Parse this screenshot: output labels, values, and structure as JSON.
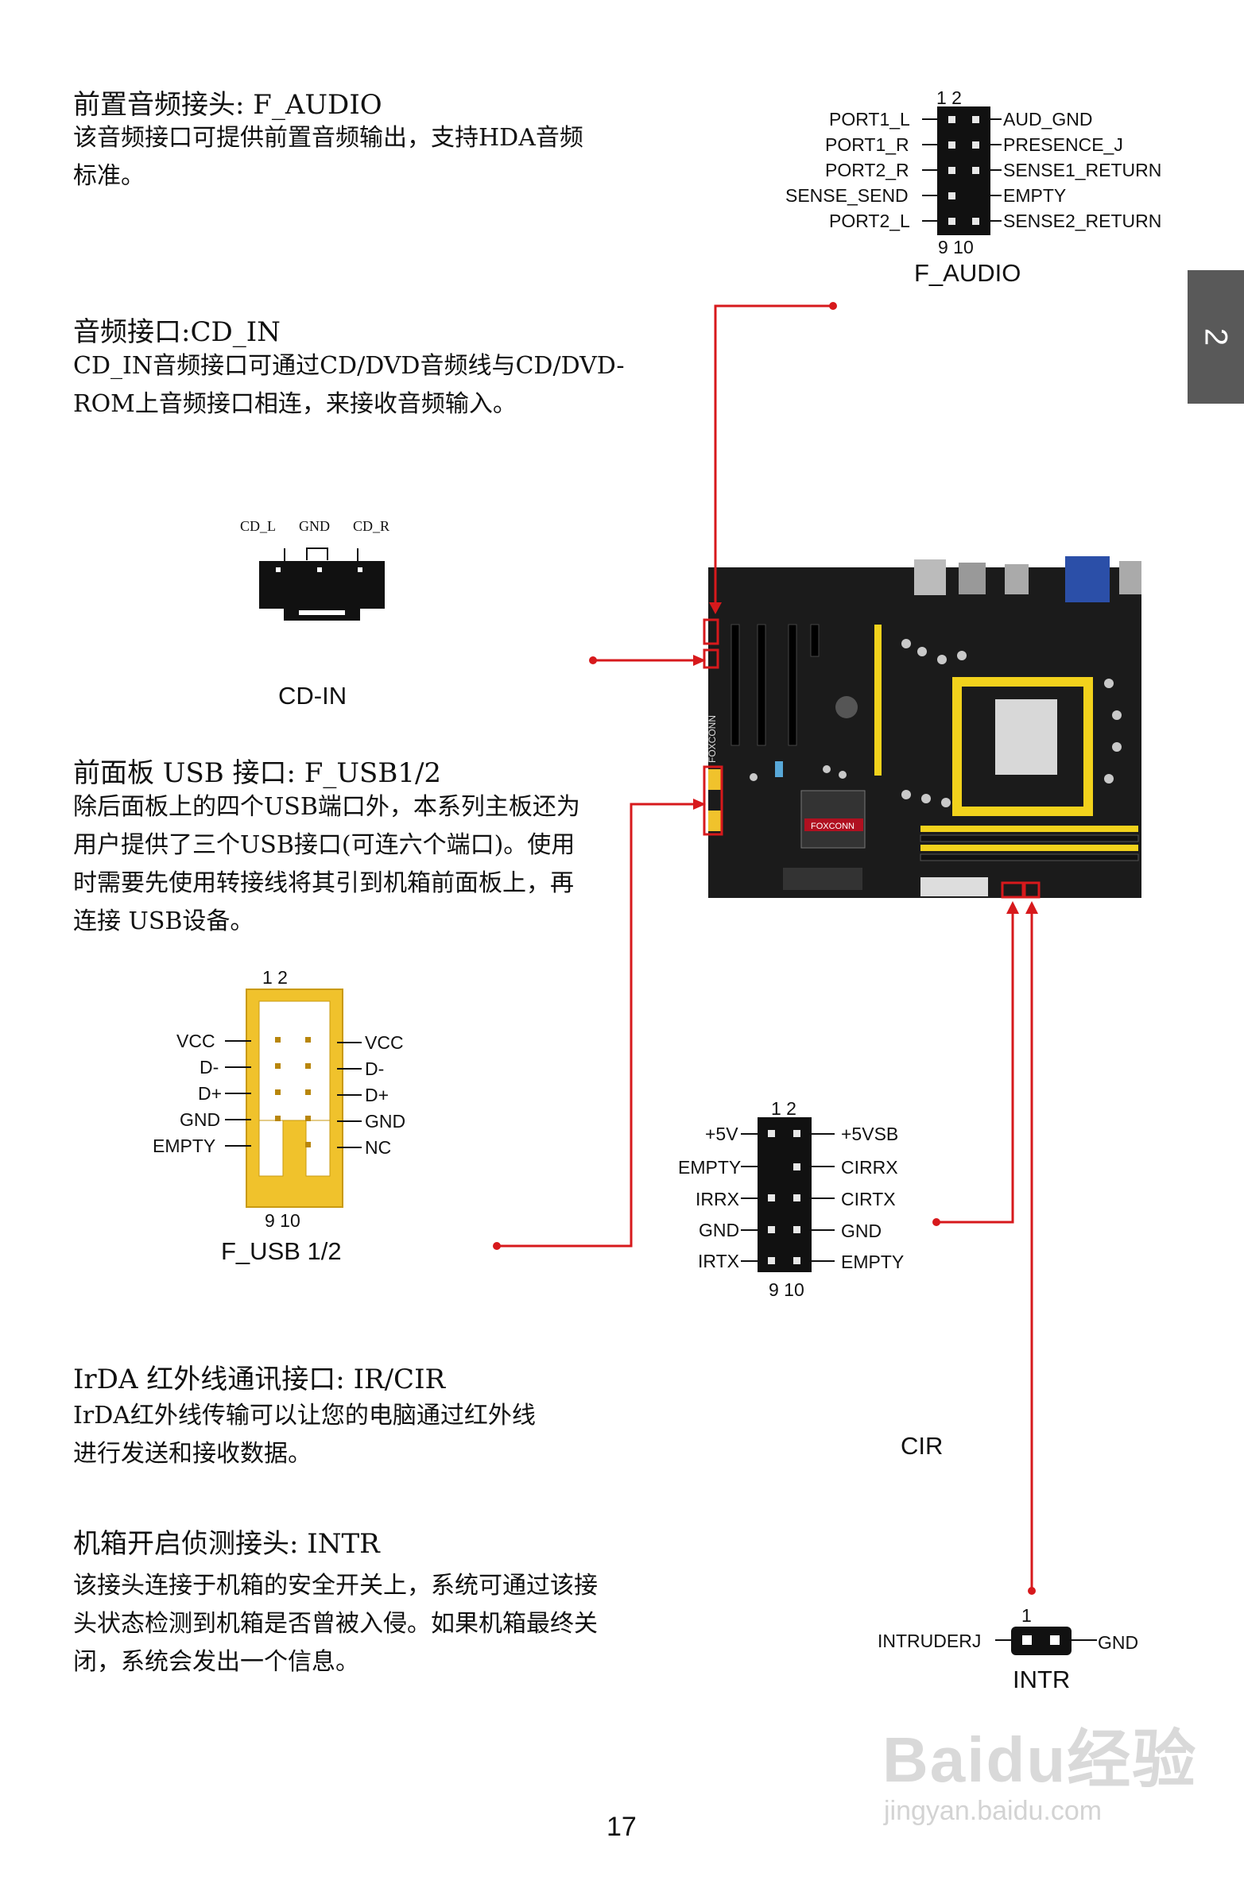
{
  "side_tab": "2",
  "sections": {
    "f_audio": {
      "title": "前置音频接头: F_AUDIO",
      "desc_1": "该音频接口可提供前置音频输出，支持HDA音频",
      "desc_2": "标准。"
    },
    "cd_in": {
      "title": "音频接口:CD_IN",
      "desc_1": "CD_IN音频接口可通过CD/DVD音频线与CD/DVD-",
      "desc_2": "ROM上音频接口相连，来接收音频输入。"
    },
    "f_usb": {
      "title": "前面板 USB 接口: F_USB1/2",
      "desc_1": "除后面板上的四个USB端口外，本系列主板还为",
      "desc_2": "用户提供了三个USB接口(可连六个端口)。使用",
      "desc_3": "时需要先使用转接线将其引到机箱前面板上，再",
      "desc_4": "连接 USB设备。"
    },
    "irda": {
      "title": "IrDA  红外线通讯接口: IR/CIR",
      "desc_1": "IrDA红外线传输可以让您的电脑通过红外线",
      "desc_2": "进行发送和接收数据。"
    },
    "intr": {
      "title": "机箱开启侦测接头: INTR",
      "desc_1": "该接头连接于机箱的安全开关上，系统可通过该接",
      "desc_2": "头状态检测到机箱是否曾被入侵。如果机箱最终关",
      "desc_3": "闭，系统会发出一个信息。"
    }
  },
  "diagrams": {
    "f_audio": {
      "caption": "F_AUDIO",
      "pin_top": "1  2",
      "pin_bottom": "9  10",
      "left": [
        "PORT1_L",
        "PORT1_R",
        "PORT2_R",
        "SENSE_SEND",
        "PORT2_L"
      ],
      "right": [
        "AUD_GND",
        "PRESENCE_J",
        "SENSE1_RETURN",
        "EMPTY",
        "SENSE2_RETURN"
      ]
    },
    "cd_in": {
      "caption": "CD-IN",
      "pins": [
        "CD_L",
        "GND",
        "CD_R"
      ]
    },
    "f_usb": {
      "caption": "F_USB 1/2",
      "pin_top": "1  2",
      "pin_bottom": "9  10",
      "left": [
        "VCC",
        "D-",
        "D+",
        "GND",
        "EMPTY"
      ],
      "right": [
        "VCC",
        "D-",
        "D+",
        "GND",
        "NC"
      ]
    },
    "cir": {
      "caption": "CIR",
      "pin_top": "1  2",
      "pin_bottom": "9  10",
      "left": [
        "+5V",
        "EMPTY",
        "IRRX",
        "GND",
        "IRTX"
      ],
      "right": [
        "+5VSB",
        "CIRRX",
        "CIRTX",
        "GND",
        "EMPTY"
      ]
    },
    "intr": {
      "caption": "INTR",
      "pin_top": "1",
      "left": "INTRUDERJ",
      "right": "GND"
    }
  },
  "motherboard": {
    "brand_1": "FOXCONN",
    "brand_2": "FOXCONN"
  },
  "page_number": "17",
  "watermark": {
    "logo": "Baidu经验",
    "url": "jingyan.baidu.com"
  },
  "colors": {
    "callout_red": "#d7191c",
    "usb_header_yellow": "#f0c22c",
    "side_tab_gray": "#595959",
    "board_black": "#1b1b1b",
    "socket_yellow": "#f2d21c"
  }
}
